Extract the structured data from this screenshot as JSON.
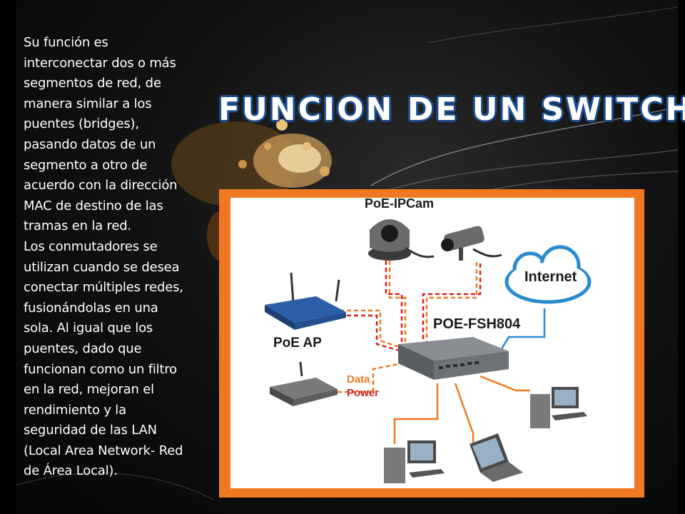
{
  "slide": {
    "title": "FUNCION DE UN SWITCH",
    "body_text": "Su función es\ninterconectar dos o más\nsegmentos de red, de\nmanera similar a los\npuentes (bridges),\npasando datos de un\nsegmento a otro de\nacuerdo con la dirección\nMAC de destino de las\ntramas en la red.\nLos conmutadores se\nutilizan cuando se desea\nconectar múltiples redes,\nfusionándolas en una\nsola. Al igual que los\npuentes, dado que\nfuncionan como un filtro\nen la red, mejoran el\nrendimiento y la\nseguridad de las LAN\n(Local Area Network- Red\nde Área Local)."
  },
  "diagram": {
    "labels": {
      "poe_ipcam": "PoE-IPCam",
      "internet": "Internet",
      "switch": "POE-FSH804",
      "poe_ap": "PoE AP",
      "data": "Data",
      "power": "Power"
    },
    "colors": {
      "frame": "#f07820",
      "data_line": "#f07820",
      "power_line": "#d92020",
      "internet_cloud": "#2a8ad0",
      "title_outline": "#1a4c8c"
    }
  }
}
